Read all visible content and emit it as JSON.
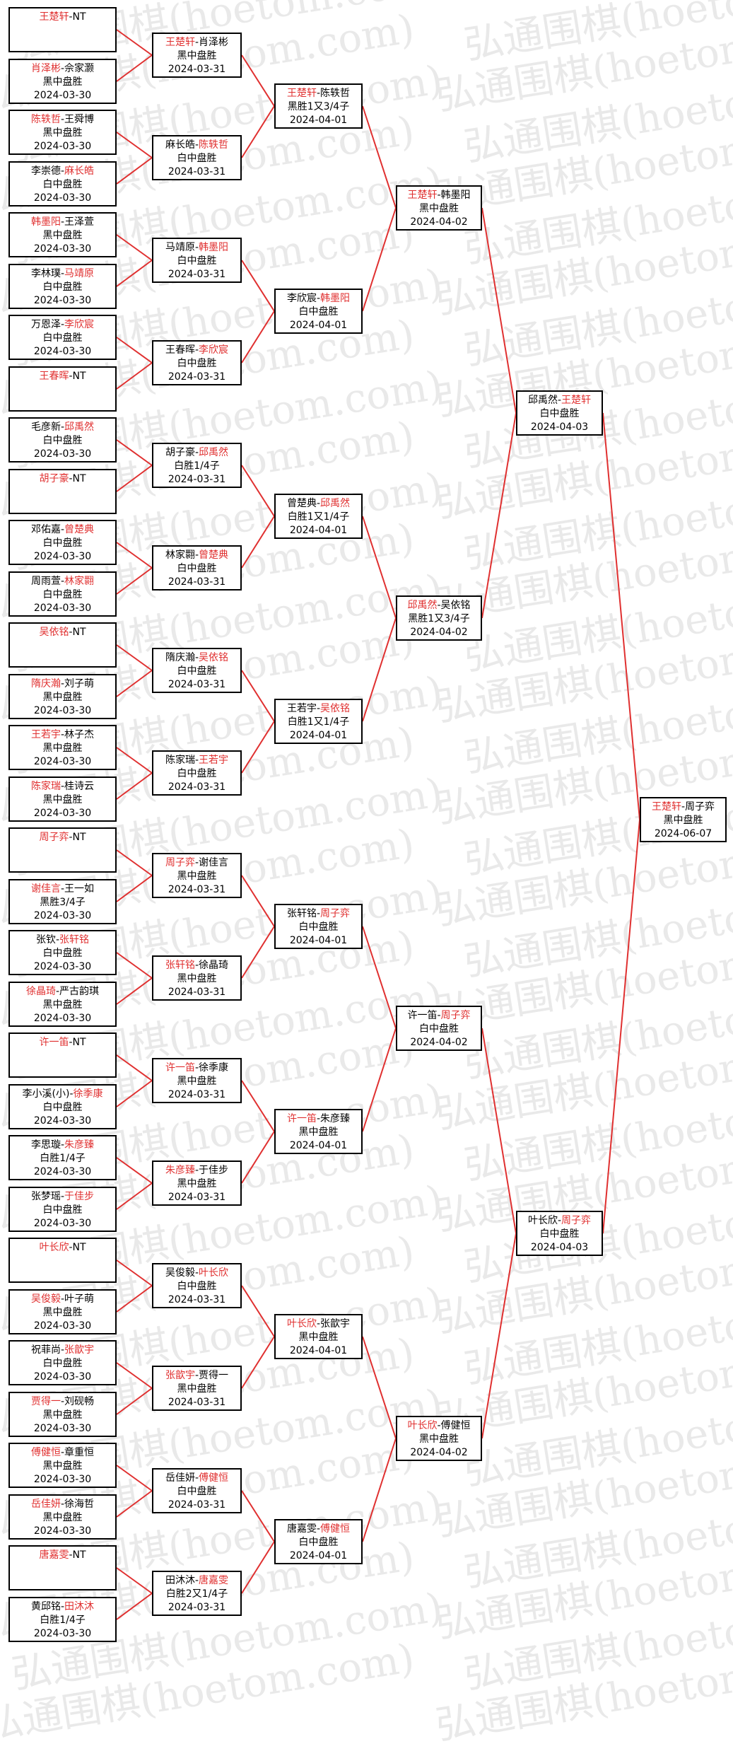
{
  "watermark": {
    "text": "弘通围棋(hoetom.com)"
  },
  "colors": {
    "winner": "#e03030",
    "line": "#e03030",
    "border": "#000000"
  },
  "rounds": [
    {
      "name": "r1",
      "matches": [
        {
          "players": [
            "王楚轩",
            "NT"
          ],
          "winner": 0,
          "result": "",
          "date": ""
        },
        {
          "players": [
            "肖泽彬",
            "佘家灏"
          ],
          "winner": 0,
          "result": "黑中盘胜",
          "date": "2024-03-30"
        },
        {
          "players": [
            "陈轶哲",
            "王舜博"
          ],
          "winner": 0,
          "result": "黑中盘胜",
          "date": "2024-03-30"
        },
        {
          "players": [
            "李崇德",
            "麻长皓"
          ],
          "winner": 1,
          "result": "白中盘胜",
          "date": "2024-03-30"
        },
        {
          "players": [
            "韩墨阳",
            "王泽萱"
          ],
          "winner": 0,
          "result": "黑中盘胜",
          "date": "2024-03-30"
        },
        {
          "players": [
            "李林璞",
            "马靖原"
          ],
          "winner": 1,
          "result": "白中盘胜",
          "date": "2024-03-30"
        },
        {
          "players": [
            "万恩泽",
            "李欣宸"
          ],
          "winner": 1,
          "result": "白中盘胜",
          "date": "2024-03-30"
        },
        {
          "players": [
            "王春晖",
            "NT"
          ],
          "winner": 0,
          "result": "",
          "date": ""
        },
        {
          "players": [
            "毛彦新",
            "邱禹然"
          ],
          "winner": 1,
          "result": "白中盘胜",
          "date": "2024-03-30"
        },
        {
          "players": [
            "胡子豪",
            "NT"
          ],
          "winner": 0,
          "result": "",
          "date": ""
        },
        {
          "players": [
            "邓佑嘉",
            "曾楚典"
          ],
          "winner": 1,
          "result": "白中盘胜",
          "date": "2024-03-30"
        },
        {
          "players": [
            "周雨萱",
            "林家翾"
          ],
          "winner": 1,
          "result": "白中盘胜",
          "date": "2024-03-30"
        },
        {
          "players": [
            "吴依铭",
            "NT"
          ],
          "winner": 0,
          "result": "",
          "date": ""
        },
        {
          "players": [
            "隋庆瀚",
            "刘子萌"
          ],
          "winner": 0,
          "result": "黑中盘胜",
          "date": "2024-03-30"
        },
        {
          "players": [
            "王若宇",
            "林子杰"
          ],
          "winner": 0,
          "result": "黑中盘胜",
          "date": "2024-03-30"
        },
        {
          "players": [
            "陈家瑞",
            "桂诗云"
          ],
          "winner": 0,
          "result": "黑中盘胜",
          "date": "2024-03-30"
        },
        {
          "players": [
            "周子弈",
            "NT"
          ],
          "winner": 0,
          "result": "",
          "date": ""
        },
        {
          "players": [
            "谢佳言",
            "王一如"
          ],
          "winner": 0,
          "result": "黑胜3/4子",
          "date": "2024-03-30"
        },
        {
          "players": [
            "张钦",
            "张轩铭"
          ],
          "winner": 1,
          "result": "白中盘胜",
          "date": "2024-03-30"
        },
        {
          "players": [
            "徐晶琦",
            "严古韵琪"
          ],
          "winner": 0,
          "result": "黑中盘胜",
          "date": "2024-03-30"
        },
        {
          "players": [
            "许一笛",
            "NT"
          ],
          "winner": 0,
          "result": "",
          "date": ""
        },
        {
          "players": [
            "李小溪(小)",
            "徐季康"
          ],
          "winner": 1,
          "result": "白中盘胜",
          "date": "2024-03-30"
        },
        {
          "players": [
            "李思璇",
            "朱彦臻"
          ],
          "winner": 1,
          "result": "白胜1/4子",
          "date": "2024-03-30"
        },
        {
          "players": [
            "张梦瑶",
            "于佳步"
          ],
          "winner": 1,
          "result": "白中盘胜",
          "date": "2024-03-30"
        },
        {
          "players": [
            "叶长欣",
            "NT"
          ],
          "winner": 0,
          "result": "",
          "date": ""
        },
        {
          "players": [
            "吴俊毅",
            "叶子萌"
          ],
          "winner": 0,
          "result": "黑中盘胜",
          "date": "2024-03-30"
        },
        {
          "players": [
            "祝菲尚",
            "张歆宇"
          ],
          "winner": 1,
          "result": "白中盘胜",
          "date": "2024-03-30"
        },
        {
          "players": [
            "贾得一",
            "刘砚畅"
          ],
          "winner": 0,
          "result": "黑中盘胜",
          "date": "2024-03-30"
        },
        {
          "players": [
            "傅健恒",
            "章重恒"
          ],
          "winner": 0,
          "result": "黑中盘胜",
          "date": "2024-03-30"
        },
        {
          "players": [
            "岳佳妍",
            "徐海哲"
          ],
          "winner": 0,
          "result": "黑中盘胜",
          "date": "2024-03-30"
        },
        {
          "players": [
            "唐嘉雯",
            "NT"
          ],
          "winner": 0,
          "result": "",
          "date": ""
        },
        {
          "players": [
            "黄邱铭",
            "田沐沐"
          ],
          "winner": 1,
          "result": "白胜1/4子",
          "date": "2024-03-30"
        }
      ]
    },
    {
      "name": "r2",
      "matches": [
        {
          "players": [
            "王楚轩",
            "肖泽彬"
          ],
          "winner": 0,
          "result": "黑中盘胜",
          "date": "2024-03-31"
        },
        {
          "players": [
            "麻长皓",
            "陈轶哲"
          ],
          "winner": 1,
          "result": "白中盘胜",
          "date": "2024-03-31"
        },
        {
          "players": [
            "马靖原",
            "韩墨阳"
          ],
          "winner": 1,
          "result": "白中盘胜",
          "date": "2024-03-31"
        },
        {
          "players": [
            "王春晖",
            "李欣宸"
          ],
          "winner": 1,
          "result": "白中盘胜",
          "date": "2024-03-31"
        },
        {
          "players": [
            "胡子豪",
            "邱禹然"
          ],
          "winner": 1,
          "result": "白胜1/4子",
          "date": "2024-03-31"
        },
        {
          "players": [
            "林家翾",
            "曾楚典"
          ],
          "winner": 1,
          "result": "白中盘胜",
          "date": "2024-03-31"
        },
        {
          "players": [
            "隋庆瀚",
            "吴依铭"
          ],
          "winner": 1,
          "result": "白中盘胜",
          "date": "2024-03-31"
        },
        {
          "players": [
            "陈家瑞",
            "王若宇"
          ],
          "winner": 1,
          "result": "白中盘胜",
          "date": "2024-03-31"
        },
        {
          "players": [
            "周子弈",
            "谢佳言"
          ],
          "winner": 0,
          "result": "黑中盘胜",
          "date": "2024-03-31"
        },
        {
          "players": [
            "张轩铭",
            "徐晶琦"
          ],
          "winner": 0,
          "result": "黑中盘胜",
          "date": "2024-03-31"
        },
        {
          "players": [
            "许一笛",
            "徐季康"
          ],
          "winner": 0,
          "result": "黑中盘胜",
          "date": "2024-03-31"
        },
        {
          "players": [
            "朱彦臻",
            "于佳步"
          ],
          "winner": 0,
          "result": "黑中盘胜",
          "date": "2024-03-31"
        },
        {
          "players": [
            "吴俊毅",
            "叶长欣"
          ],
          "winner": 1,
          "result": "白中盘胜",
          "date": "2024-03-31"
        },
        {
          "players": [
            "张歆宇",
            "贾得一"
          ],
          "winner": 0,
          "result": "黑中盘胜",
          "date": "2024-03-31"
        },
        {
          "players": [
            "岳佳妍",
            "傅健恒"
          ],
          "winner": 1,
          "result": "白中盘胜",
          "date": "2024-03-31"
        },
        {
          "players": [
            "田沐沐",
            "唐嘉雯"
          ],
          "winner": 1,
          "result": "白胜2又1/4子",
          "date": "2024-03-31"
        }
      ]
    },
    {
      "name": "r3",
      "matches": [
        {
          "players": [
            "王楚轩",
            "陈轶哲"
          ],
          "winner": 0,
          "result": "黑胜1又3/4子",
          "date": "2024-04-01"
        },
        {
          "players": [
            "李欣宸",
            "韩墨阳"
          ],
          "winner": 1,
          "result": "白中盘胜",
          "date": "2024-04-01"
        },
        {
          "players": [
            "曾楚典",
            "邱禹然"
          ],
          "winner": 1,
          "result": "白胜1又1/4子",
          "date": "2024-04-01"
        },
        {
          "players": [
            "王若宇",
            "吴依铭"
          ],
          "winner": 1,
          "result": "白胜1又1/4子",
          "date": "2024-04-01"
        },
        {
          "players": [
            "张轩铭",
            "周子弈"
          ],
          "winner": 1,
          "result": "白中盘胜",
          "date": "2024-04-01"
        },
        {
          "players": [
            "许一笛",
            "朱彦臻"
          ],
          "winner": 0,
          "result": "黑中盘胜",
          "date": "2024-04-01"
        },
        {
          "players": [
            "叶长欣",
            "张歆宇"
          ],
          "winner": 0,
          "result": "黑中盘胜",
          "date": "2024-04-01"
        },
        {
          "players": [
            "唐嘉雯",
            "傅健恒"
          ],
          "winner": 1,
          "result": "白中盘胜",
          "date": "2024-04-01"
        }
      ]
    },
    {
      "name": "r4",
      "matches": [
        {
          "players": [
            "王楚轩",
            "韩墨阳"
          ],
          "winner": 0,
          "result": "黑中盘胜",
          "date": "2024-04-02"
        },
        {
          "players": [
            "邱禹然",
            "吴依铭"
          ],
          "winner": 0,
          "result": "黑胜1又3/4子",
          "date": "2024-04-02"
        },
        {
          "players": [
            "许一笛",
            "周子弈"
          ],
          "winner": 1,
          "result": "白中盘胜",
          "date": "2024-04-02"
        },
        {
          "players": [
            "叶长欣",
            "傅健恒"
          ],
          "winner": 0,
          "result": "黑中盘胜",
          "date": "2024-04-02"
        }
      ]
    },
    {
      "name": "r5",
      "matches": [
        {
          "players": [
            "邱禹然",
            "王楚轩"
          ],
          "winner": 1,
          "result": "白中盘胜",
          "date": "2024-04-03"
        },
        {
          "players": [
            "叶长欣",
            "周子弈"
          ],
          "winner": 1,
          "result": "白中盘胜",
          "date": "2024-04-03"
        }
      ]
    },
    {
      "name": "final",
      "matches": [
        {
          "players": [
            "王楚轩",
            "周子弈"
          ],
          "winner": 0,
          "result": "黑中盘胜",
          "date": "2024-06-07"
        }
      ]
    }
  ]
}
